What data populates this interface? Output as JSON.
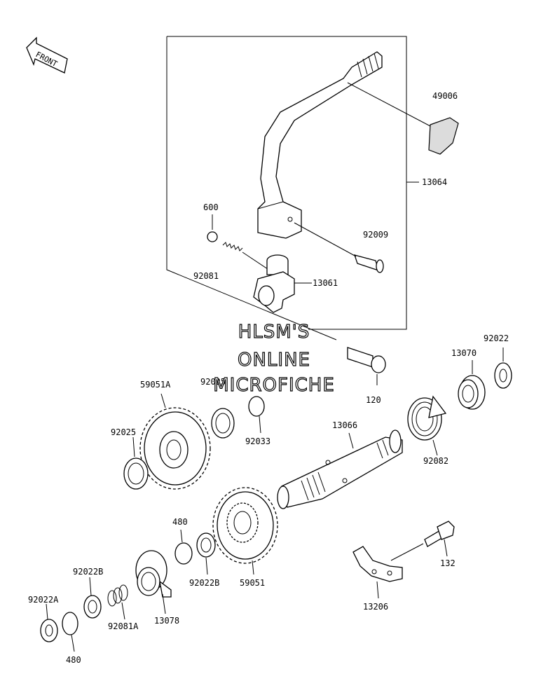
{
  "front_label": "FRONT",
  "watermark": [
    "HLSM'S",
    "ONLINE",
    "MICROFICHE"
  ],
  "parts": {
    "p49006": "49006",
    "p13064": "13064",
    "p600": "600",
    "p92009": "92009",
    "p92081": "92081",
    "p13061": "13061",
    "p92022_top": "92022",
    "p13070": "13070",
    "p59051A": "59051A",
    "p92025_a": "92025",
    "p120": "120",
    "p92033": "92033",
    "p92025_b": "92025",
    "p13066": "13066",
    "p92082": "92082",
    "p480_a": "480",
    "p92022B_a": "92022B",
    "p59051": "59051",
    "p132": "132",
    "p92022B_b": "92022B",
    "p92022A": "92022A",
    "p92081A": "92081A",
    "p13078": "13078",
    "p13206": "13206",
    "p480_b": "480"
  }
}
